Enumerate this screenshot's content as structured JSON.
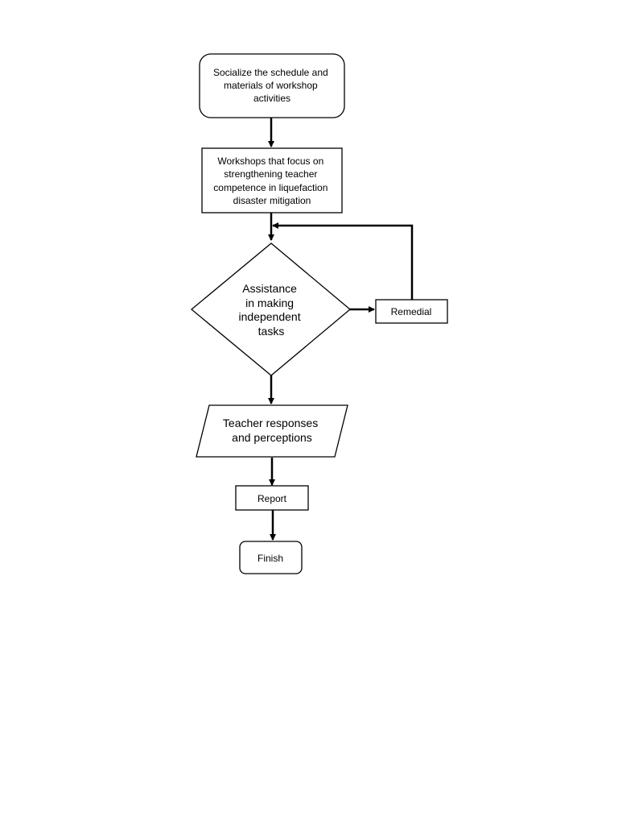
{
  "colors": {
    "stroke": "#000000",
    "fill": "#ffffff",
    "text": "#000000"
  },
  "nodes": {
    "socialize": {
      "lines": [
        "Socialize the schedule and",
        "materials of workshop",
        "activities"
      ]
    },
    "workshops": {
      "lines": [
        "Workshops that focus on",
        "strengthening teacher",
        "competence in liquefaction",
        "disaster mitigation"
      ]
    },
    "assistance": {
      "lines": [
        "Assistance",
        "in making",
        "independent",
        "tasks"
      ]
    },
    "remedial": {
      "lines": [
        "Remedial"
      ]
    },
    "responses": {
      "lines": [
        "Teacher responses",
        "and perceptions"
      ]
    },
    "report": {
      "lines": [
        "Report"
      ]
    },
    "finish": {
      "lines": [
        "Finish"
      ]
    }
  }
}
